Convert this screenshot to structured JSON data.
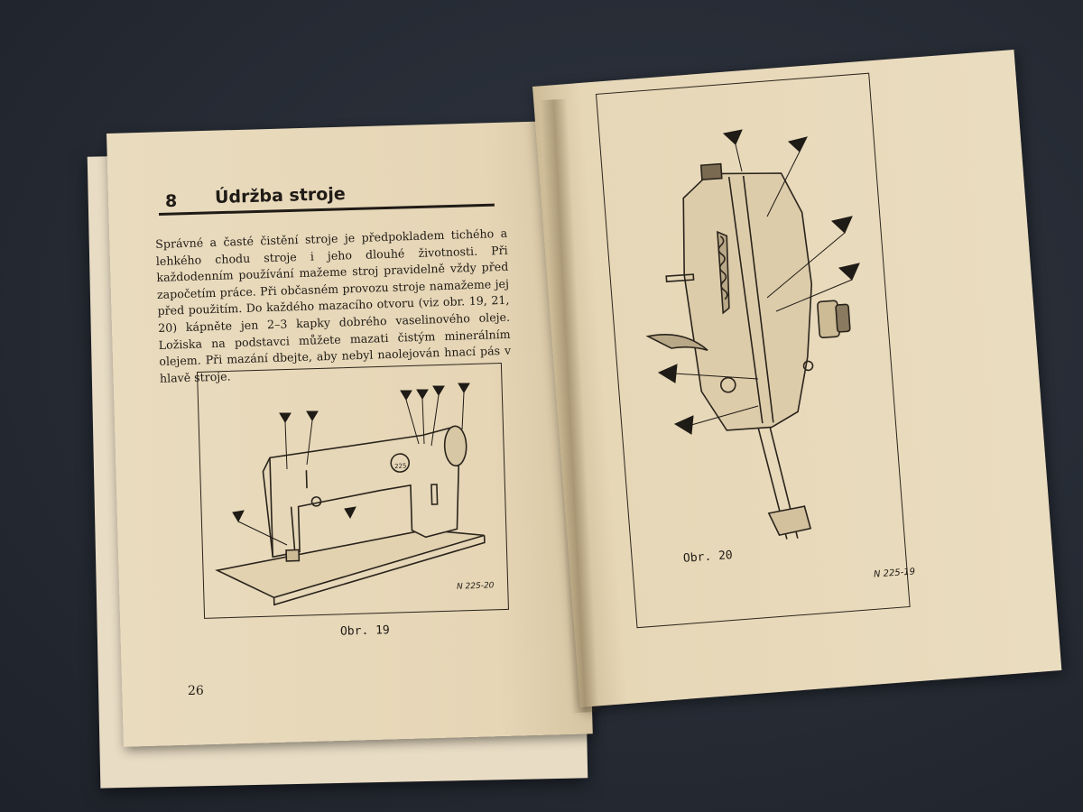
{
  "left_page": {
    "chapter_number": "8",
    "chapter_title": "Údržba stroje",
    "paragraph": "Správné a časté čistění stroje je předpokladem tichého a lehkého chodu stroje i jeho dlouhé životnosti. Při každodenním používání mažeme stroj pravidelně vždy před započetím práce. Při občasném provozu stroje namažeme jej před použitím. Do každého mazacího otvoru (viz obr. 19, 21, 20) kápněte jen 2–3 kapky dobrého vaselinového oleje. Ložiska na podstavci můžete mazati čistým minerálním olejem. Při mazání dbejte, aby nebyl naolejován hnací pás v hlavě stroje.",
    "figure_caption": "Obr. 19",
    "figure_ref": "N 225-20",
    "machine_badge": "225",
    "page_number": "26"
  },
  "right_page": {
    "figure_caption": "Obr. 20",
    "figure_ref": "N 225-19"
  },
  "colors": {
    "background": "#252a33",
    "paper": "#e9dbbe",
    "ink": "#1f1b16"
  }
}
